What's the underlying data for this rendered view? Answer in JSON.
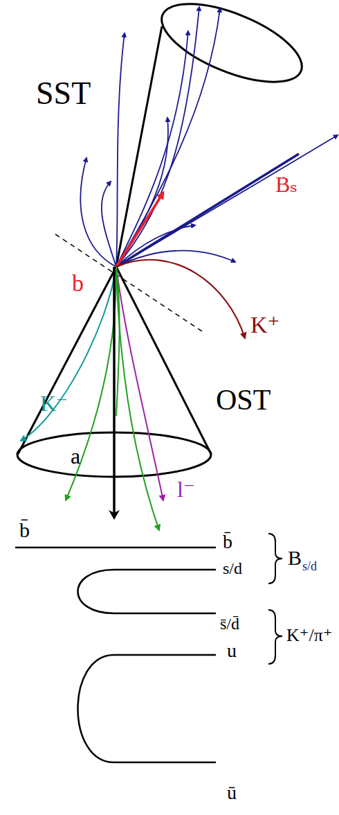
{
  "diagram": {
    "labels": [
      "SST",
      "Bₛ",
      "K⁺",
      "b",
      "K⁻",
      "OST",
      "a⃗",
      "l⁻",
      "b̄",
      "b̄",
      "s/d",
      "B",
      "s/d",
      "s̄/d̄",
      "u",
      "K⁺/π⁺",
      "ū"
    ]
  }
}
